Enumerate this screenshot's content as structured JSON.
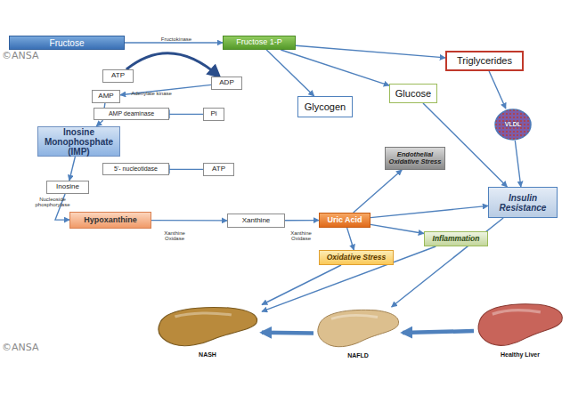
{
  "diagram": {
    "nodes": [
      {
        "text": [
          "Fructose"
        ]
      },
      {
        "text": [
          "Fructose 1-P"
        ]
      },
      {
        "text": [
          "ATP"
        ]
      },
      {
        "text": [
          "ADP"
        ]
      },
      {
        "text": [
          "AMP"
        ]
      },
      {
        "text": [
          "AMP deaminase"
        ]
      },
      {
        "text": [
          "Pi"
        ]
      },
      {
        "text": [
          "Inosine Monophosphate (IMP)"
        ]
      },
      {
        "text": [
          "5'- nucleotidase"
        ]
      },
      {
        "text": [
          "ATP"
        ]
      },
      {
        "text": [
          "Inosine"
        ]
      },
      {
        "text": [
          "Hypoxanthine"
        ]
      },
      {
        "text": [
          "Xanthine"
        ]
      },
      {
        "text": [
          "Uric Acid"
        ]
      },
      {
        "text": [
          "Glycogen"
        ]
      },
      {
        "text": [
          "Glucose"
        ]
      },
      {
        "text": [
          "Triglycerides"
        ]
      },
      {
        "text": [
          "Endothelial Oxidative Stress"
        ]
      },
      {
        "text": [
          "Insulin Resistance"
        ]
      },
      {
        "text": [
          "Inflammation"
        ]
      },
      {
        "text": [
          "Oxidative Stress"
        ]
      },
      {
        "text": [
          "VLDL"
        ]
      },
      {
        "text": [
          "NASH"
        ]
      },
      {
        "text": [
          "NAFLD"
        ]
      },
      {
        "text": [
          "Healthy Liver"
        ]
      }
    ],
    "edges": [
      {
        "from": 0,
        "to": 1,
        "arrow": "to",
        "label": "Fructokinase"
      },
      {
        "from": 2,
        "to": 3,
        "arrow": "to"
      },
      {
        "from": 3,
        "to": 4,
        "arrow": "to",
        "label": "Adenylate kinase"
      },
      {
        "from": 4,
        "to": 7,
        "arrow": "to"
      },
      {
        "from": 6,
        "to": 5,
        "arrow": "none"
      },
      {
        "from": 7,
        "to": 10,
        "arrow": "to"
      },
      {
        "from": 9,
        "to": 8,
        "arrow": "none"
      },
      {
        "from": 10,
        "to": 11,
        "arrow": "to",
        "label": "Nucleoside phosphorylase"
      },
      {
        "from": 11,
        "to": 12,
        "arrow": "to",
        "label": "Xanthine Oxidase"
      },
      {
        "from": 12,
        "to": 13,
        "arrow": "to",
        "label": "Xanthine Oxidase"
      },
      {
        "from": 1,
        "to": 14,
        "arrow": "to"
      },
      {
        "from": 1,
        "to": 15,
        "arrow": "to"
      },
      {
        "from": 1,
        "to": 16,
        "arrow": "to"
      },
      {
        "from": 16,
        "to": 21,
        "arrow": "to"
      },
      {
        "from": 21,
        "to": 18,
        "arrow": "to"
      },
      {
        "from": 15,
        "to": 18,
        "arrow": "to"
      },
      {
        "from": 13,
        "to": 17,
        "arrow": "to"
      },
      {
        "from": 13,
        "to": 18,
        "arrow": "to"
      },
      {
        "from": 13,
        "to": 19,
        "arrow": "to"
      },
      {
        "from": 13,
        "to": 20,
        "arrow": "to"
      },
      {
        "from": 20,
        "to": 22,
        "arrow": "to"
      },
      {
        "from": 19,
        "to": 22,
        "arrow": "to"
      },
      {
        "from": 18,
        "to": 23,
        "arrow": "to"
      },
      {
        "from": 24,
        "to": 23,
        "arrow": "to"
      },
      {
        "from": 23,
        "to": 22,
        "arrow": "to"
      }
    ],
    "labels": [
      "©ANSA",
      "©ANSA"
    ]
  }
}
